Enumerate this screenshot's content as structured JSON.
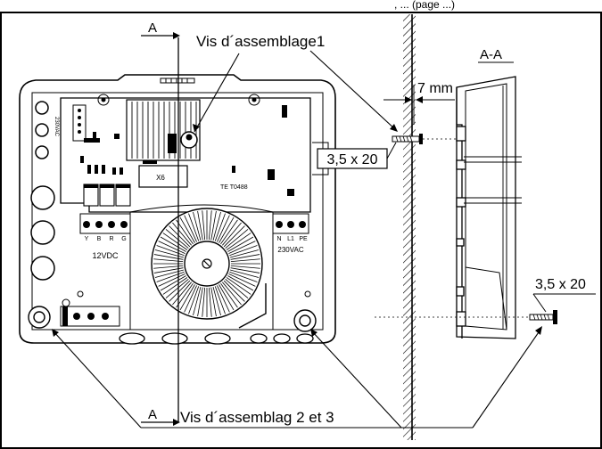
{
  "top_caption_fragment": ", ... (page ...)",
  "labels": {
    "section_a_top": "A",
    "section_a_bottom": "A",
    "section_view": "A-A",
    "screw_1": "Vis d´assemblage1",
    "screws_2_3": "Vis d´assemblag 2 et 3",
    "gap": "7 mm",
    "screw_size_left": "3,5 x 20",
    "screw_size_right": "3,5 x 20",
    "voltage_low": "12VDC",
    "voltage_high": "230VAC",
    "voltage_side": "230VAC",
    "x6": "X6",
    "board_code": "TE T0488",
    "terminal_y": "Y",
    "terminal_b": "B",
    "terminal_r": "R",
    "terminal_g": "G",
    "terminal_n": "N",
    "terminal_l1": "L1",
    "terminal_pe": "PE"
  },
  "colors": {
    "line": "#000000",
    "hatch": "#000000",
    "background": "#ffffff"
  }
}
